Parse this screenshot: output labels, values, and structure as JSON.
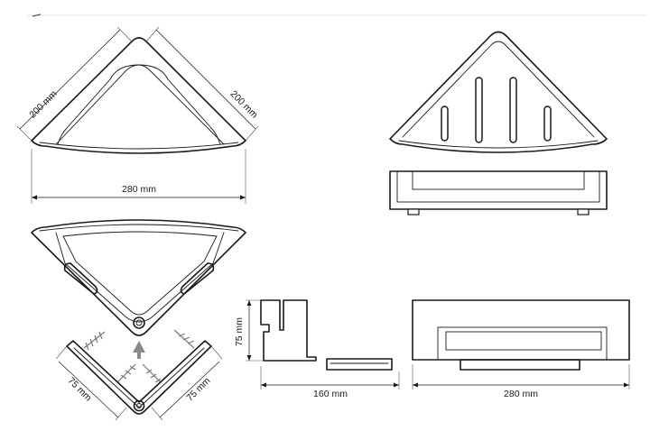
{
  "dimensions": {
    "side_left": "200 mm",
    "side_right": "200 mm",
    "width_top": "280 mm",
    "bracket_left": "75 mm",
    "bracket_right": "75 mm",
    "profile_height": "75 mm",
    "profile_depth": "160 mm",
    "front_width": "280 mm"
  },
  "colors": {
    "line": "#1a1a1a",
    "screw": "#777777",
    "arrow": "#8a8a8a",
    "background": "#ffffff"
  },
  "icons": {
    "mount_arrow": "up-arrow-icon",
    "screws": "screw-icon"
  }
}
